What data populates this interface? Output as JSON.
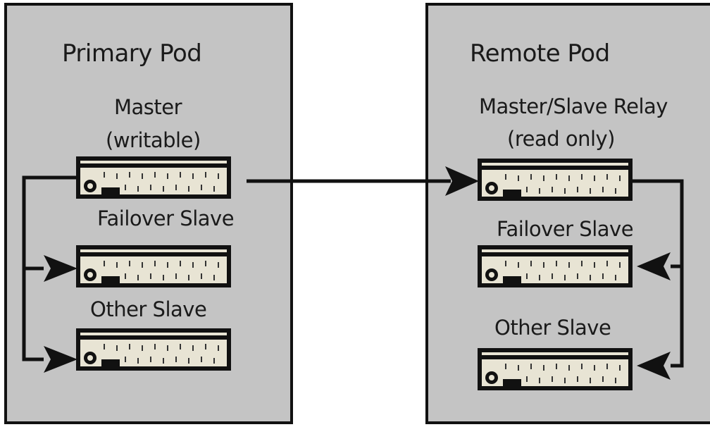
{
  "primary_pod": {
    "title": "Primary Pod",
    "master_label_1": "Master",
    "master_label_2": "(writable)",
    "failover_label": "Failover Slave",
    "other_label": "Other Slave"
  },
  "remote_pod": {
    "title": "Remote Pod",
    "relay_label_1": "Master/Slave Relay",
    "relay_label_2": "(read only)",
    "failover_label": "Failover Slave",
    "other_label": "Other Slave"
  },
  "colors": {
    "pod_background": "#c4c4c4",
    "server_face": "#e8e4d4",
    "line": "#111111"
  },
  "icons": [
    "server-icon",
    "gear-icon",
    "arrow-icon"
  ]
}
